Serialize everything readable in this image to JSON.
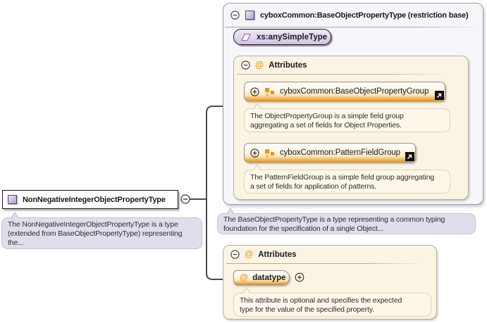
{
  "colors": {
    "accent_orange": "#f09c1f",
    "lavender_fill": "#cbbade",
    "cream_fill": "#fbf4e3",
    "panel_fill": "#f6f6fa"
  },
  "left": {
    "type_label": "NonNegativeIntegerObjectPropertyType",
    "tooltip_lines": [
      "The NonNegativeIntegerObjectPropertyType is a type",
      "(extended from BaseObjectPropertyType) representing",
      "the..."
    ]
  },
  "base_panel": {
    "title": "cyboxCommon:BaseObjectPropertyType (restriction base)",
    "base_type_label": "xs:anySimpleType",
    "attributes_title": "Attributes",
    "groups": [
      {
        "label": "cyboxCommon:BaseObjectPropertyGroup",
        "tooltip_lines": [
          "The ObjectPropertyGroup is a simple field group",
          "aggregating a set of fields for Object Properties."
        ]
      },
      {
        "label": "cyboxCommon:PatternFieldGroup",
        "tooltip_lines": [
          "The PatternFieldGroup is a simple field group aggregating",
          "a set of fields for application of patterns."
        ]
      }
    ],
    "tooltip_lines": [
      "The BaseObjectPropertyType is a type representing a common typing",
      "foundation for the specification of a single Object..."
    ]
  },
  "attributes_panel": {
    "title": "Attributes",
    "attribute_name": "datatype",
    "tooltip_lines": [
      "This attribute is optional and specifies the expected",
      "type for the value of the specified property."
    ]
  }
}
